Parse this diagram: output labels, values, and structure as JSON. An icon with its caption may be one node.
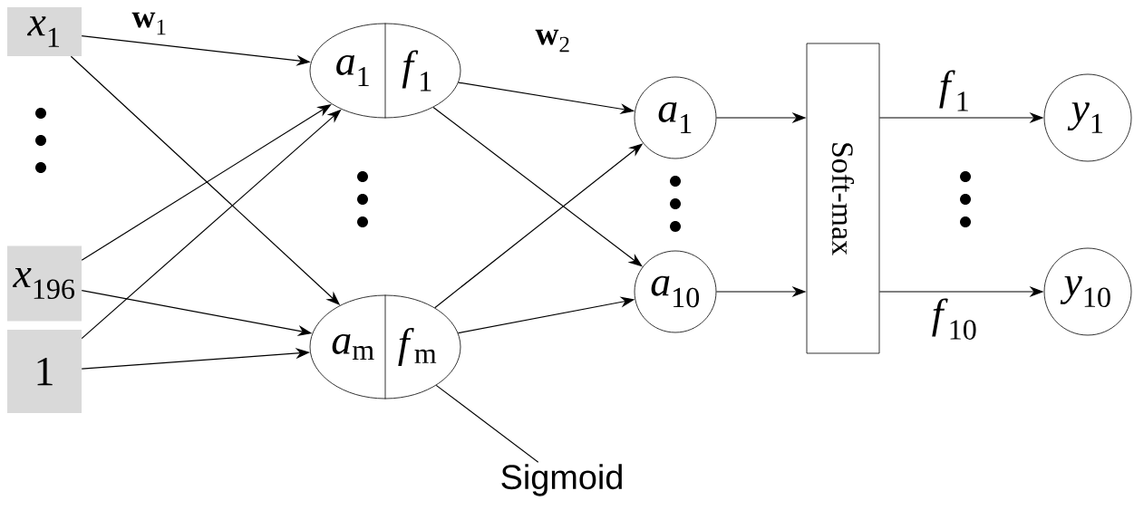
{
  "diagram": {
    "nodes": [
      {
        "text": [
          "*x*$_{1}$"
        ]
      },
      {
        "text": [
          "*x*$_{196}$"
        ]
      },
      {
        "text": [
          "1"
        ]
      },
      {
        "text": [
          "*a*$_{1}$",
          "*f*$_{1}$"
        ]
      },
      {
        "text": [
          "*a*$_{m}$",
          "*f*$_{m}$"
        ]
      },
      {
        "text": [
          "*a*$_{1}$"
        ]
      },
      {
        "text": [
          "*a*$_{10}$"
        ]
      },
      {
        "text": [
          "Soft-max"
        ]
      },
      {
        "text": [
          "*y*$_{1}$"
        ]
      },
      {
        "text": [
          "*y*$_{10}$"
        ]
      },
      {
        "text": [
          "Sigmoid"
        ]
      }
    ],
    "edges": [
      {
        "from": 0,
        "to": 3,
        "arrow": "to"
      },
      {
        "from": 0,
        "to": 4,
        "arrow": "to"
      },
      {
        "from": 1,
        "to": 3,
        "arrow": "to"
      },
      {
        "from": 1,
        "to": 4,
        "arrow": "to"
      },
      {
        "from": 2,
        "to": 3,
        "arrow": "to"
      },
      {
        "from": 2,
        "to": 4,
        "arrow": "to"
      },
      {
        "from": 3,
        "to": 5,
        "arrow": "to"
      },
      {
        "from": 3,
        "to": 6,
        "arrow": "to"
      },
      {
        "from": 4,
        "to": 5,
        "arrow": "to"
      },
      {
        "from": 4,
        "to": 6,
        "arrow": "to"
      },
      {
        "from": 5,
        "to": 7,
        "arrow": "to"
      },
      {
        "from": 6,
        "to": 7,
        "arrow": "to"
      },
      {
        "from": 7,
        "to": 8,
        "arrow": "to",
        "label": "*f*$_{1}$"
      },
      {
        "from": 7,
        "to": 9,
        "arrow": "to",
        "label": "*f*$_{10}$"
      },
      {
        "from": 10,
        "to": 4,
        "arrow": "none"
      }
    ],
    "labels": [
      "**w**$_{1}$",
      "**w**$_{2}$"
    ]
  }
}
